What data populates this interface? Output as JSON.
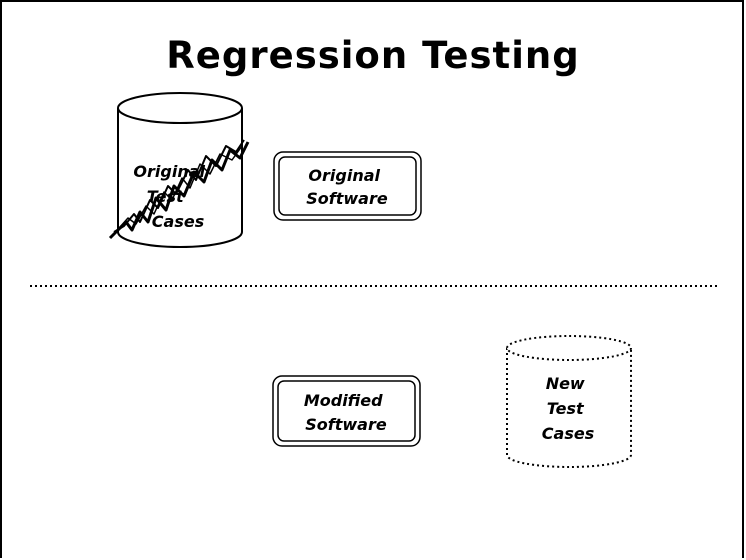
{
  "title": "Regression Testing",
  "nodes": {
    "original_test_cases": {
      "shape": "cylinder",
      "border": "solid",
      "crossed_out": true,
      "lines": [
        "Original",
        "Test",
        "Cases"
      ]
    },
    "original_software": {
      "shape": "rounded-rect",
      "border": "double",
      "lines": [
        "Original",
        "Software"
      ]
    },
    "modified_software": {
      "shape": "rounded-rect",
      "border": "double",
      "lines": [
        "Modified",
        "Software"
      ]
    },
    "new_test_cases": {
      "shape": "cylinder",
      "border": "dotted",
      "lines": [
        "New",
        "Test",
        "Cases"
      ]
    }
  },
  "divider": {
    "style": "dotted"
  }
}
